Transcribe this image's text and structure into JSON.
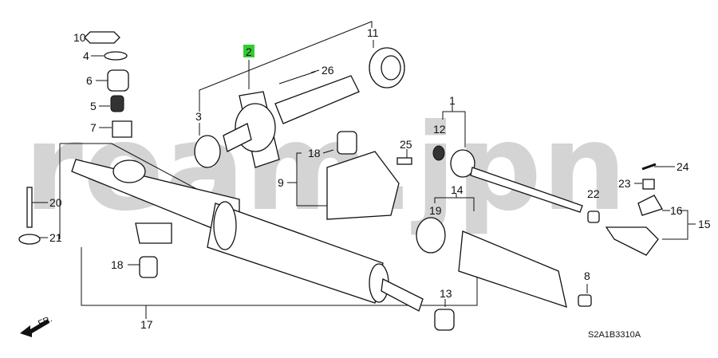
{
  "watermark": "ream.jpn",
  "diagram_code": "S2A1B3310A",
  "direction_indicator": "FR.",
  "highlight_color": "#33cc33",
  "callouts": [
    {
      "id": "c10",
      "text": "10"
    },
    {
      "id": "c4",
      "text": "4"
    },
    {
      "id": "c6",
      "text": "6"
    },
    {
      "id": "c5",
      "text": "5"
    },
    {
      "id": "c7",
      "text": "7"
    },
    {
      "id": "c2",
      "text": "2",
      "highlighted": true
    },
    {
      "id": "c26",
      "text": "26"
    },
    {
      "id": "c11",
      "text": "11"
    },
    {
      "id": "c3",
      "text": "3"
    },
    {
      "id": "c1",
      "text": "1"
    },
    {
      "id": "c12",
      "text": "12"
    },
    {
      "id": "c25",
      "text": "25"
    },
    {
      "id": "c18a",
      "text": "18"
    },
    {
      "id": "c9",
      "text": "9"
    },
    {
      "id": "c24",
      "text": "24"
    },
    {
      "id": "c23",
      "text": "23"
    },
    {
      "id": "c22",
      "text": "22"
    },
    {
      "id": "c14",
      "text": "14"
    },
    {
      "id": "c19",
      "text": "19"
    },
    {
      "id": "c16",
      "text": "16"
    },
    {
      "id": "c15",
      "text": "15"
    },
    {
      "id": "c20",
      "text": "20"
    },
    {
      "id": "c21",
      "text": "21"
    },
    {
      "id": "c18b",
      "text": "18"
    },
    {
      "id": "c17",
      "text": "17"
    },
    {
      "id": "c13",
      "text": "13"
    },
    {
      "id": "c8",
      "text": "8"
    }
  ]
}
